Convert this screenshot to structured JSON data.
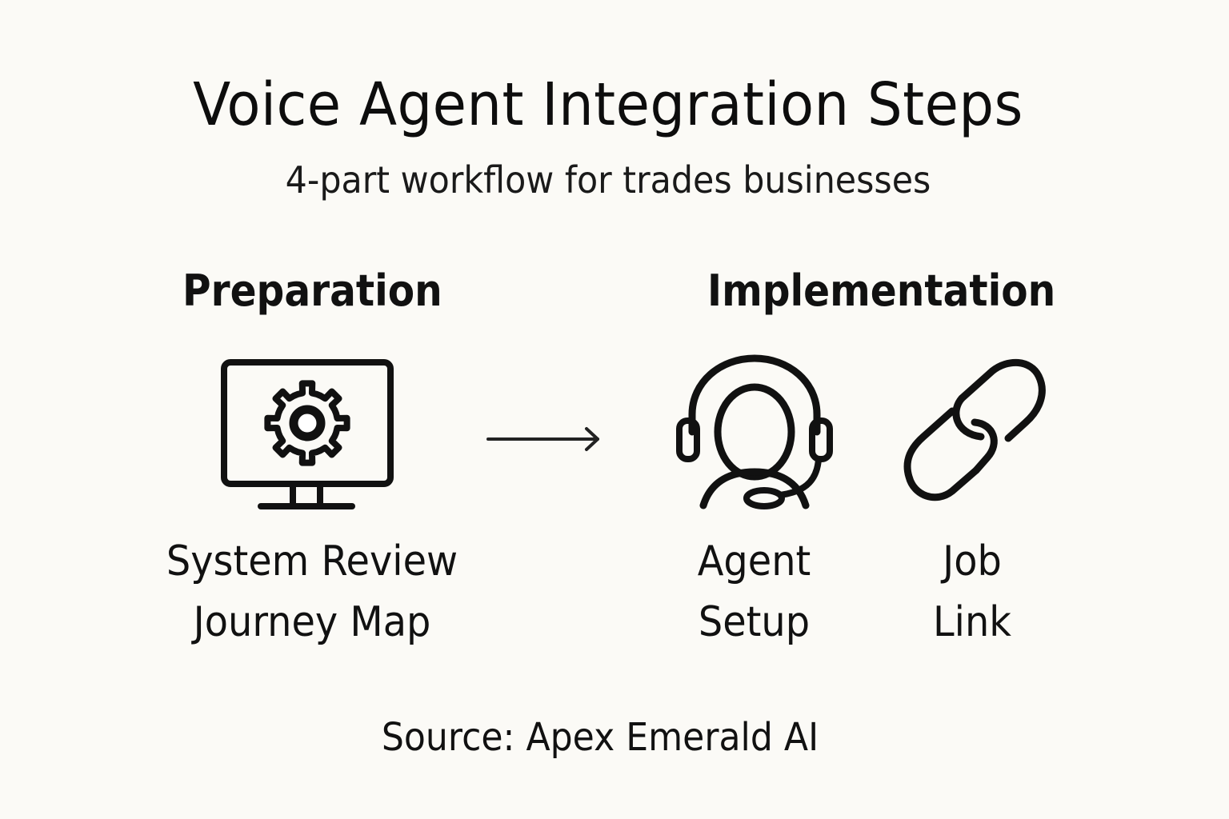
{
  "title": "Voice Agent Integration Steps",
  "subtitle": "4-part workflow for trades businesses",
  "phases": [
    {
      "heading": "Preparation",
      "steps": [
        {
          "icon": "monitor-gear-icon",
          "lines": [
            "System Review",
            "Journey Map"
          ]
        }
      ]
    },
    {
      "heading": "Implementation",
      "steps": [
        {
          "icon": "headset-agent-icon",
          "lines": [
            "Agent",
            "Setup"
          ]
        },
        {
          "icon": "link-icon",
          "lines": [
            "Job",
            "Link"
          ]
        }
      ]
    }
  ],
  "connector": "arrow-right-icon",
  "source": "Source: Apex Emerald AI",
  "colors": {
    "background": "#FBFAF6",
    "ink": "#111111"
  }
}
